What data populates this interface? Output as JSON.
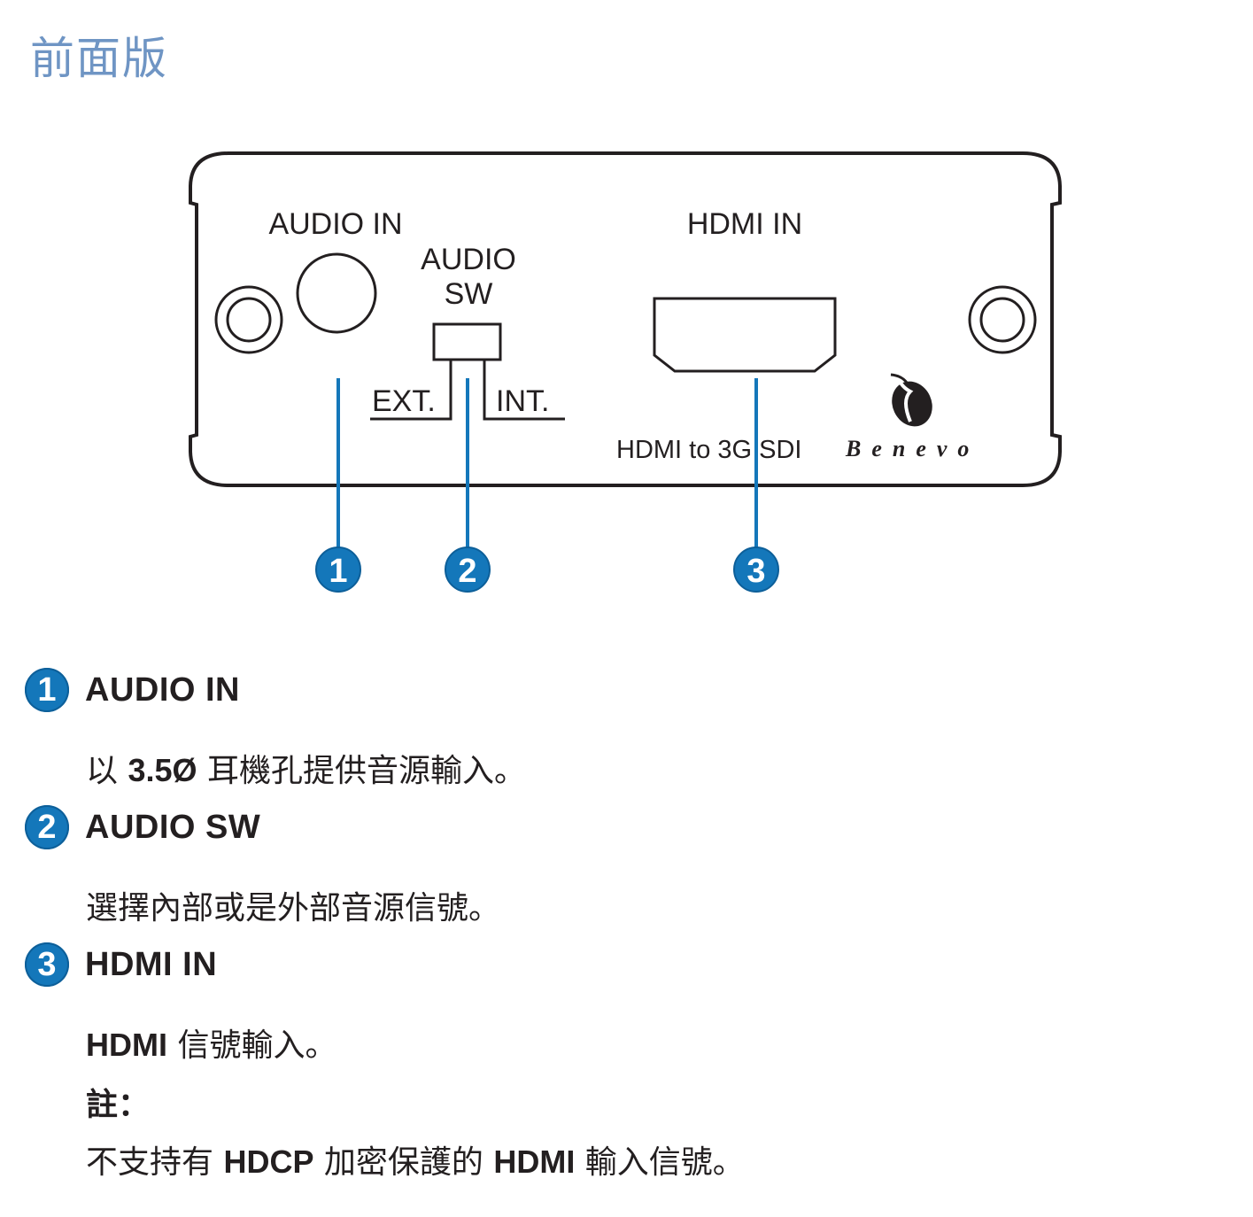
{
  "page_title": "前面版",
  "panel": {
    "audio_in_label": "AUDIO IN",
    "audio_sw_label_line1": "AUDIO",
    "audio_sw_label_line2": "SW",
    "ext_label": "EXT.",
    "int_label": "INT.",
    "hdmi_in_label": "HDMI IN",
    "model_label": "HDMI to 3G SDI",
    "brand": "Benevo",
    "callouts": [
      "1",
      "2",
      "3"
    ]
  },
  "items": [
    {
      "number": "1",
      "title": "AUDIO IN",
      "desc_pre": "以 ",
      "desc_bold": "3.5Ø",
      "desc_post": " 耳機孔提供音源輸入。"
    },
    {
      "number": "2",
      "title": "AUDIO SW",
      "desc": "選擇內部或是外部音源信號。"
    },
    {
      "number": "3",
      "title": "HDMI IN",
      "desc_bold": "HDMI",
      "desc_post": " 信號輸入。",
      "note_label": "註：",
      "note_p1": "不支持有 ",
      "note_b1": "HDCP",
      "note_p2": " 加密保護的 ",
      "note_b2": "HDMI",
      "note_p3": " 輸入信號。"
    }
  ],
  "colors": {
    "title": "#6f95c4",
    "callout_blue": "#1477ba",
    "line": "#231f20"
  }
}
